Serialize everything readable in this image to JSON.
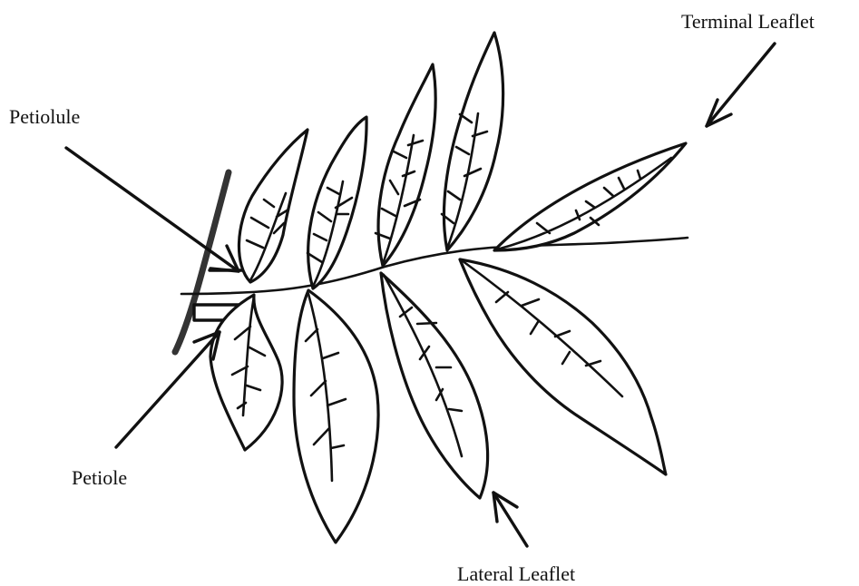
{
  "diagram": {
    "labels": {
      "terminal_leaflet": "Terminal Leaflet",
      "petiolule": "Petiolule",
      "petiole": "Petiole",
      "lateral_leaflet": "Lateral Leaflet"
    },
    "colors": {
      "ink": "#111111",
      "background": "#ffffff"
    }
  }
}
